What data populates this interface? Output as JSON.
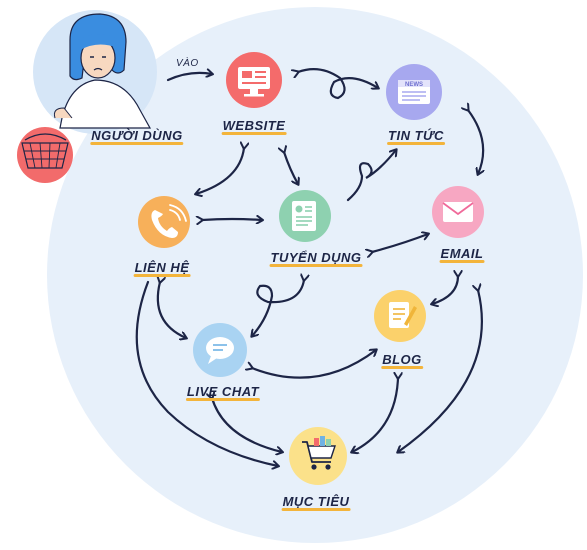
{
  "diagram": {
    "user_label": "NGƯỜI DÙNG",
    "edge_label_vao": "VÀO",
    "nodes": {
      "website": {
        "label": "WEBSITE",
        "color": "#f46b6b"
      },
      "tintuc": {
        "label": "TIN TỨC",
        "color": "#a7a8ef"
      },
      "lienhe": {
        "label": "LIÊN HỆ",
        "color": "#f7b05a"
      },
      "tuyendung": {
        "label": "TUYỂN DỤNG",
        "color": "#8ed1b0"
      },
      "email": {
        "label": "EMAIL",
        "color": "#f7a7c2"
      },
      "blog": {
        "label": "BLOG",
        "color": "#fbd16b"
      },
      "livechat": {
        "label": "LIVE CHAT",
        "color": "#a9d3f2"
      },
      "muctieu": {
        "label": "MỤC TIÊU",
        "color": "#fbe18a"
      }
    },
    "colors": {
      "background_blob": "#e7f0fa",
      "arrow": "#1d2546",
      "underline": "#f3b43b"
    }
  }
}
